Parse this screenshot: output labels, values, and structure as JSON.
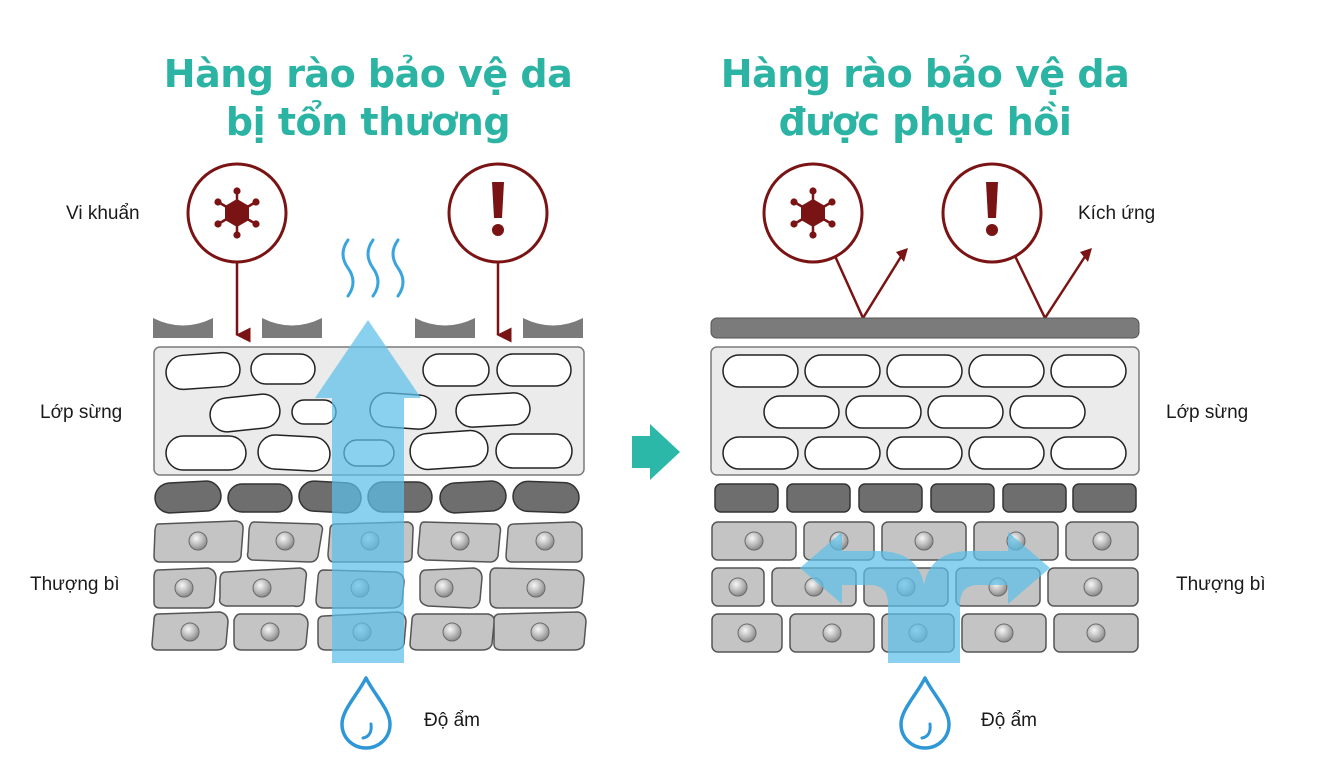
{
  "left_panel": {
    "title_line1": "Hàng rào bảo vệ da",
    "title_line2": "bị tổn thương",
    "labels": {
      "bacteria": "Vi khuẩn",
      "stratum_corneum": "Lớp sừng",
      "epidermis": "Thượng bì",
      "moisture": "Độ ẩm"
    }
  },
  "right_panel": {
    "title_line1": "Hàng rào bảo vệ da",
    "title_line2": "được phục hồi",
    "labels": {
      "irritation": "Kích ứng",
      "stratum_corneum": "Lớp sừng",
      "epidermis": "Thượng bì",
      "moisture": "Độ ẩm"
    }
  },
  "colors": {
    "title": "#2bb3a3",
    "threat": "#7a1414",
    "moisture_arrow": "#5bbfe8",
    "transition_arrow": "#2bb8a8",
    "barrier": "#7b7b7b"
  },
  "icons": {
    "bacteria": "virus-icon",
    "irritation": "exclamation-icon",
    "moisture": "water-drop-icon",
    "transition": "right-arrow-icon"
  }
}
